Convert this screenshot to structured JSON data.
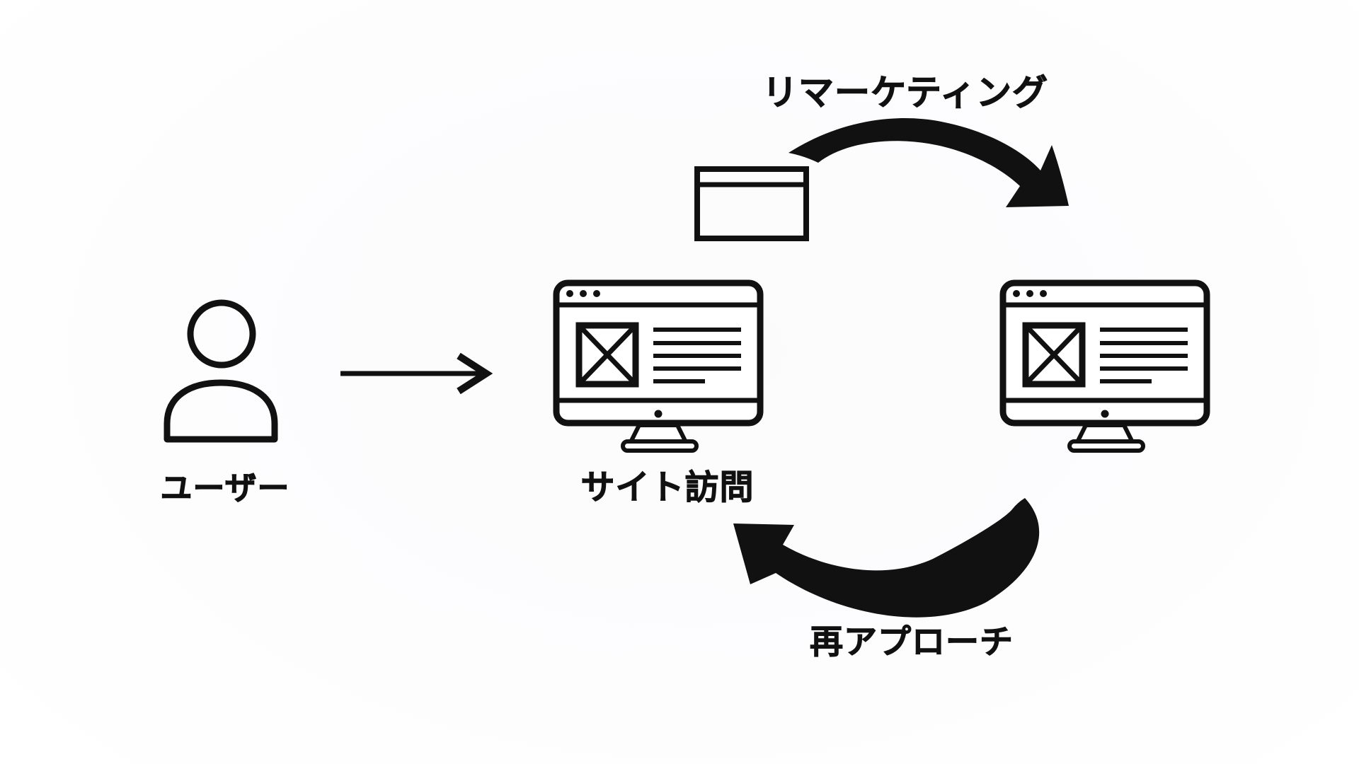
{
  "diagram": {
    "background_color": "#fcfcfd",
    "ink_color": "#111111",
    "nodes": {
      "user": {
        "label": "ユーザー",
        "icon": "user-icon"
      },
      "site": {
        "label": "サイト訪問",
        "icon": "monitor-browser-icon"
      },
      "remarket_site": {
        "icon": "monitor-browser-icon"
      }
    },
    "edges": {
      "visit": {
        "from": "user",
        "to": "site",
        "icon": "arrow-right-icon"
      },
      "remarketing": {
        "from": "site",
        "to": "remarket_site",
        "label": "リマーケティング",
        "icon": "curved-arrow-right-icon",
        "badge_icon": "browser-window-icon"
      },
      "reapproach": {
        "from": "remarket_site",
        "to": "site",
        "label": "再アプローチ",
        "icon": "curved-arrow-left-icon"
      }
    }
  }
}
